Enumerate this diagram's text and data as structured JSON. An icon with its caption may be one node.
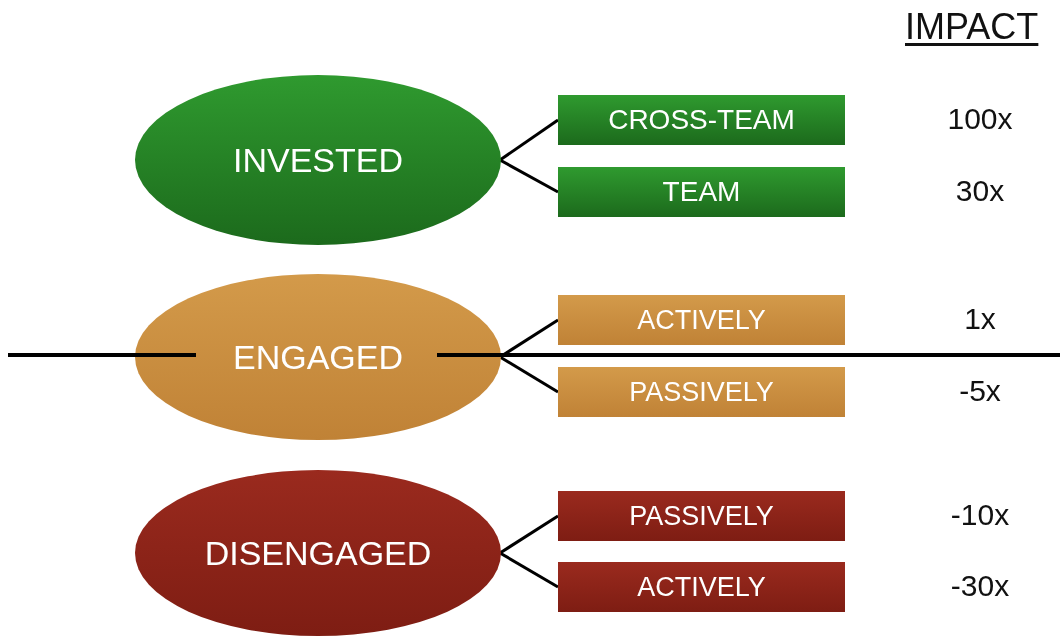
{
  "diagram": {
    "nodes": [
      {
        "text": [
          "INVESTED"
        ]
      },
      {
        "text": [
          "CROSS-TEAM"
        ]
      },
      {
        "text": [
          "TEAM"
        ]
      },
      {
        "text": [
          "ENGAGED"
        ]
      },
      {
        "text": [
          "ACTIVELY"
        ]
      },
      {
        "text": [
          "PASSIVELY"
        ]
      },
      {
        "text": [
          "DISENGAGED"
        ]
      },
      {
        "text": [
          "PASSIVELY"
        ]
      },
      {
        "text": [
          "ACTIVELY"
        ]
      }
    ],
    "edges": [
      {
        "from": 0,
        "to": 1,
        "arrow": "none"
      },
      {
        "from": 0,
        "to": 2,
        "arrow": "none"
      },
      {
        "from": 3,
        "to": 4,
        "arrow": "none"
      },
      {
        "from": 3,
        "to": 5,
        "arrow": "none"
      },
      {
        "from": 6,
        "to": 7,
        "arrow": "none"
      },
      {
        "from": 6,
        "to": 8,
        "arrow": "none"
      }
    ],
    "labels": [
      "IMPACT",
      "100x",
      "30x",
      "1x",
      "-5x",
      "-10x",
      "-30x"
    ]
  }
}
